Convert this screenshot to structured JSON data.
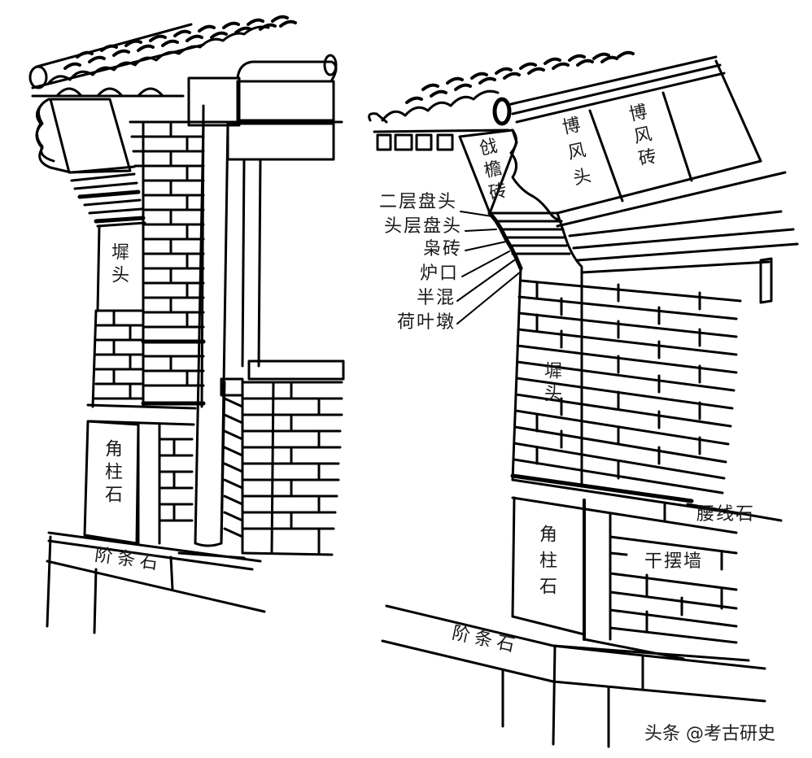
{
  "diagram": {
    "left_figure": {
      "labels": {
        "chitou": "墀头",
        "jiaozhushi": "角柱石",
        "jietiaoshi": "阶条石"
      }
    },
    "right_figure": {
      "labels": {
        "xianyanzhuan": "戗檐砖",
        "bofengtou": "博风头",
        "bofengzhuan": "博风砖",
        "chitou": "墀头",
        "jiaozhushi": "角柱石",
        "jietiaoshi": "阶条石",
        "yaoxianshi": "腰线石",
        "ganbaiqiang": "干摆墙"
      },
      "callouts": [
        "二层盘头",
        "头层盘头",
        "枭砖",
        "炉口",
        "半混",
        "荷叶墩"
      ]
    },
    "watermark": "头条 @考古研史",
    "colors": {
      "line": "#000000",
      "background": "#ffffff"
    }
  }
}
